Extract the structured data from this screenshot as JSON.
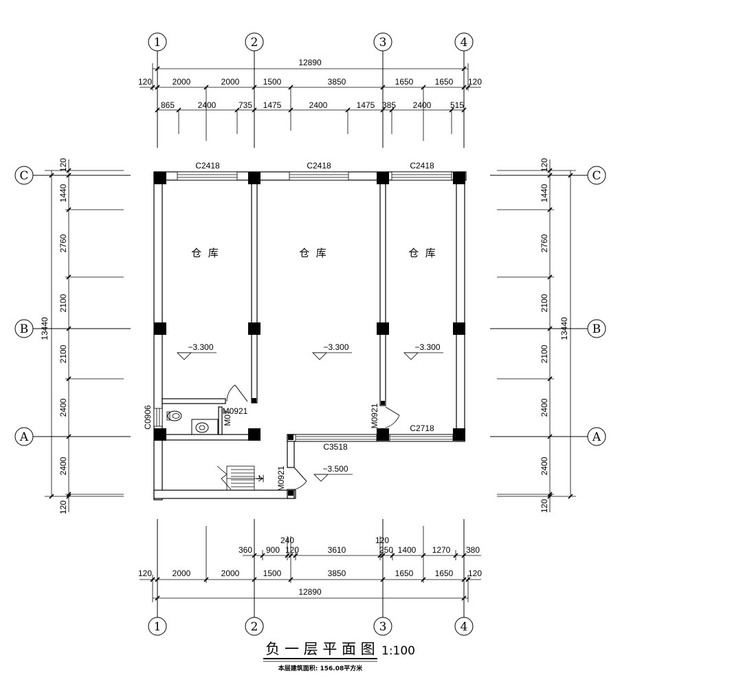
{
  "axes": {
    "v": [
      "1",
      "2",
      "3",
      "4"
    ],
    "h": [
      "C",
      "B",
      "A"
    ]
  },
  "top_dims": {
    "overall": "12890",
    "row1": [
      "120",
      "2000",
      "2000",
      "1500",
      "3850",
      "1650",
      "1650",
      "120"
    ],
    "row2": [
      "865",
      "2400",
      "735",
      "1475",
      "2400",
      "1475",
      "385",
      "2400",
      "515"
    ]
  },
  "side_dims": {
    "overall": "13440",
    "segments": [
      "120",
      "1440",
      "2760",
      "2100",
      "2100",
      "2400",
      "2400",
      "120"
    ]
  },
  "bottom_dims": {
    "upper": [
      "240",
      "120"
    ],
    "row1": [
      "360",
      "900",
      "120",
      "3610",
      "250",
      "1400",
      "1270",
      "380"
    ],
    "row2": [
      "120",
      "2000",
      "2000",
      "1500",
      "3850",
      "1650",
      "1650",
      "120"
    ],
    "overall": "12890"
  },
  "rooms": [
    {
      "name": "仓  库",
      "elevation": "−3.300"
    },
    {
      "name": "仓  库",
      "elevation": "−3.300"
    },
    {
      "name": "仓  库",
      "elevation": "−3.300"
    }
  ],
  "windows": {
    "top": [
      "C2418",
      "C2418",
      "C2418"
    ],
    "c3518": "C3518",
    "c2718": "C2718",
    "c0906": "C0906"
  },
  "doors": {
    "toilet": "M0921",
    "toilet_inner": "M07",
    "entry": "M0921",
    "right_room": "M0921"
  },
  "stair_label": "上",
  "entry_elevation": "−3.500",
  "title": "负 一 层 平 面 图",
  "scale": "1:100",
  "area": "本层建筑面积: 156.08平方米"
}
